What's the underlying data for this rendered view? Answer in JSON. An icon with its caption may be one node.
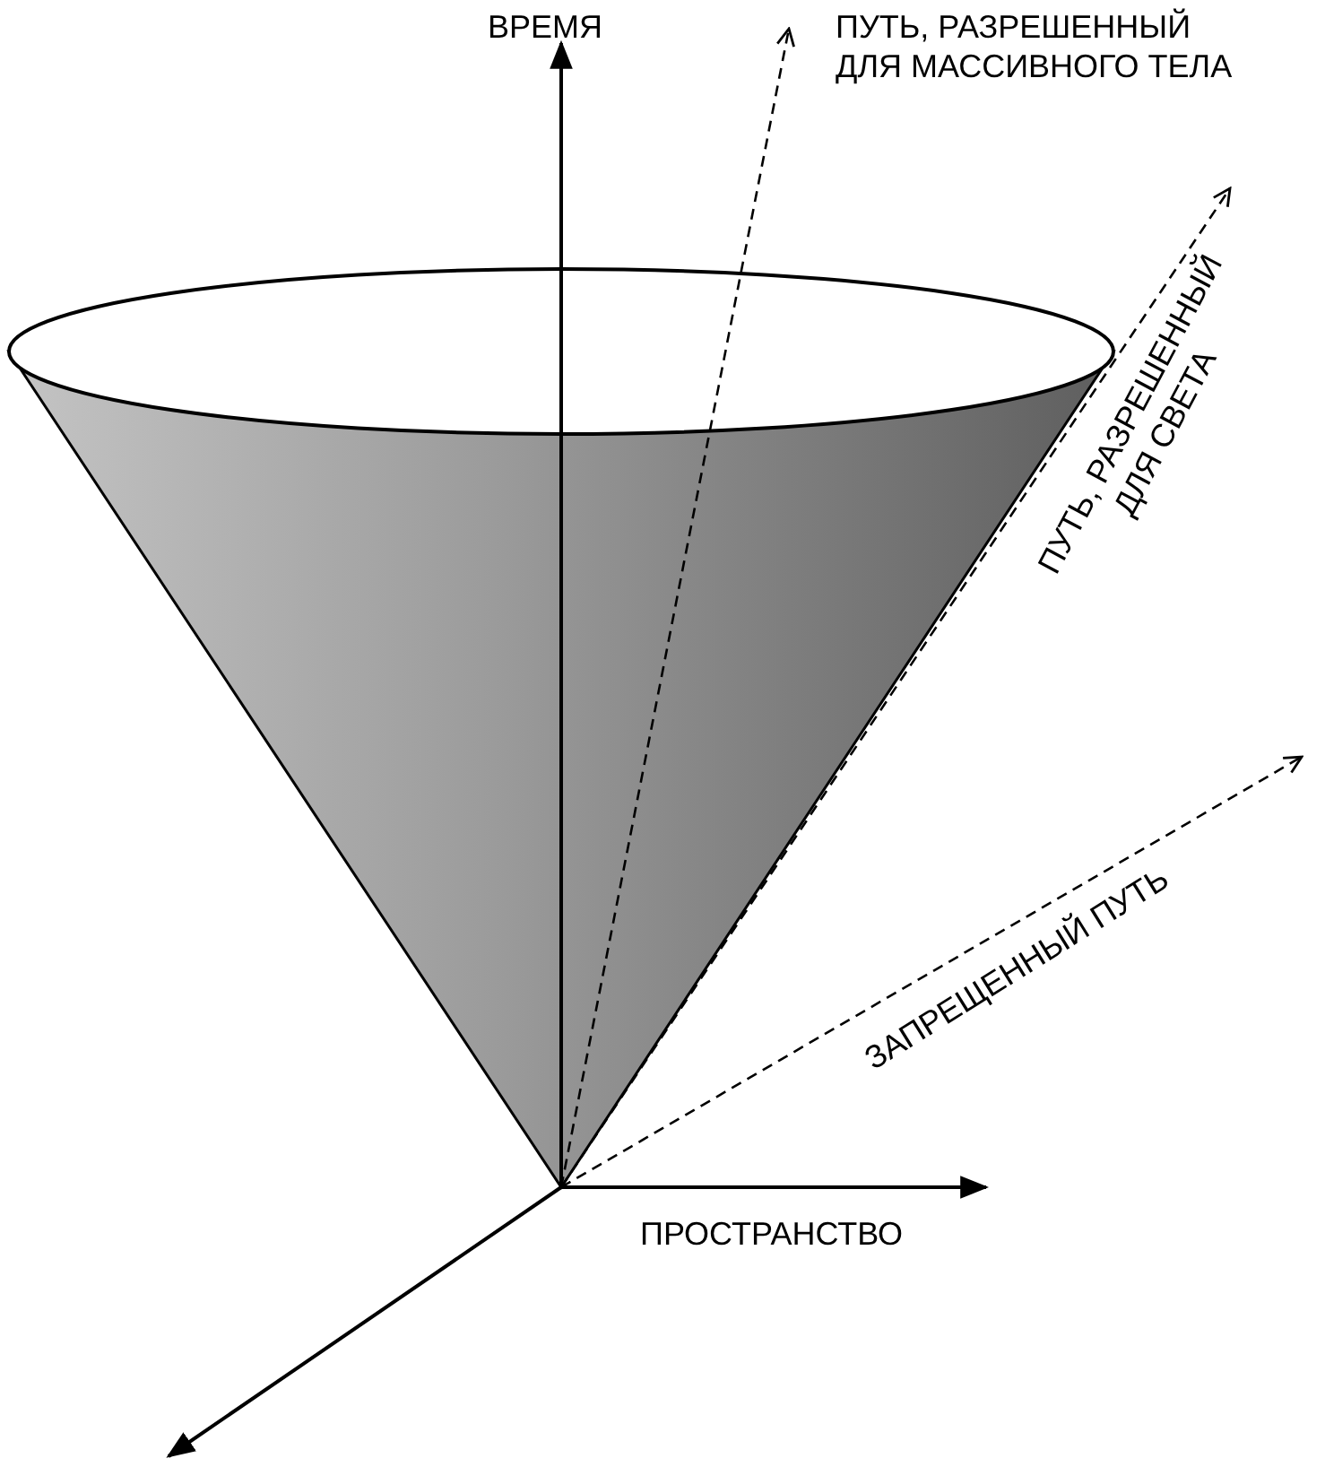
{
  "diagram": {
    "labels": [
      "ВРЕМЯ",
      "ПУТЬ, РАЗРЕШЕННЫЙ ДЛЯ МАССИВНОГО ТЕЛА",
      "ПУТЬ, РАЗРЕШЕННЫЙ ДЛЯ СВЕТА",
      "ЗАПРЕЩЕННЫЙ ПУТЬ",
      "ПРОСТРАНСТВО"
    ]
  }
}
